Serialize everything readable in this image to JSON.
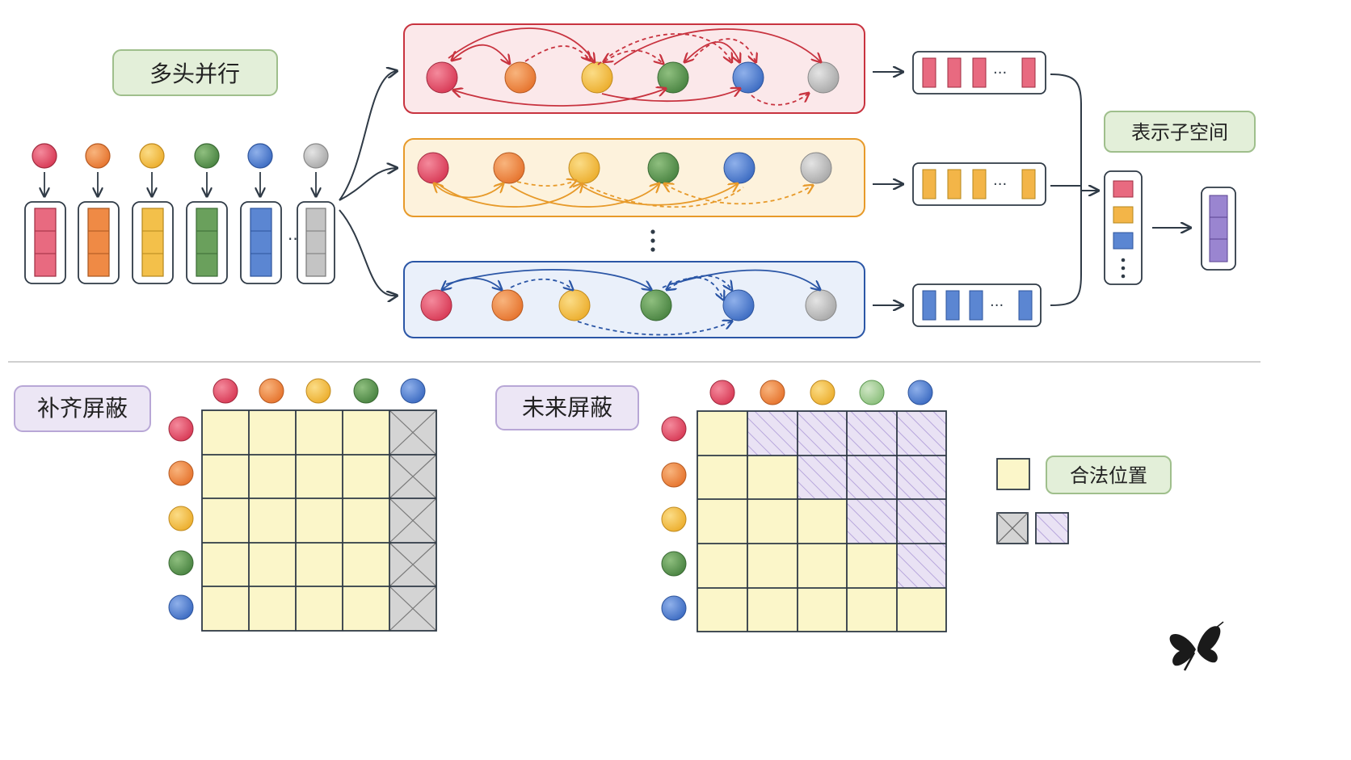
{
  "labels": {
    "parallel": "多头并行",
    "subspace": "表示子空间",
    "padding_mask": "补齐屏蔽",
    "future_mask": "未来屏蔽",
    "legal": "合法位置"
  },
  "ellipsis": "···",
  "colors": {
    "tokens": [
      "#e0506a",
      "#ef8a45",
      "#f3c04a",
      "#5e9a52",
      "#4a79c9",
      "#bdbdbd"
    ],
    "head_red": "#c8333f",
    "head_orange": "#e79a2a",
    "head_blue": "#2b56a6",
    "green_tag_bg": "#e3efd9",
    "green_tag_border": "#9fbf8c",
    "purple_tag_bg": "#ece6f5",
    "purple_tag_border": "#b8a7d6",
    "cell_legal": "#fbf6c9",
    "cell_masked": "#d9d9d9",
    "cell_future": "#e7e0f3",
    "output_purple": "#9a85d0"
  },
  "icons": {
    "brand": "butterfly-logo-icon"
  }
}
